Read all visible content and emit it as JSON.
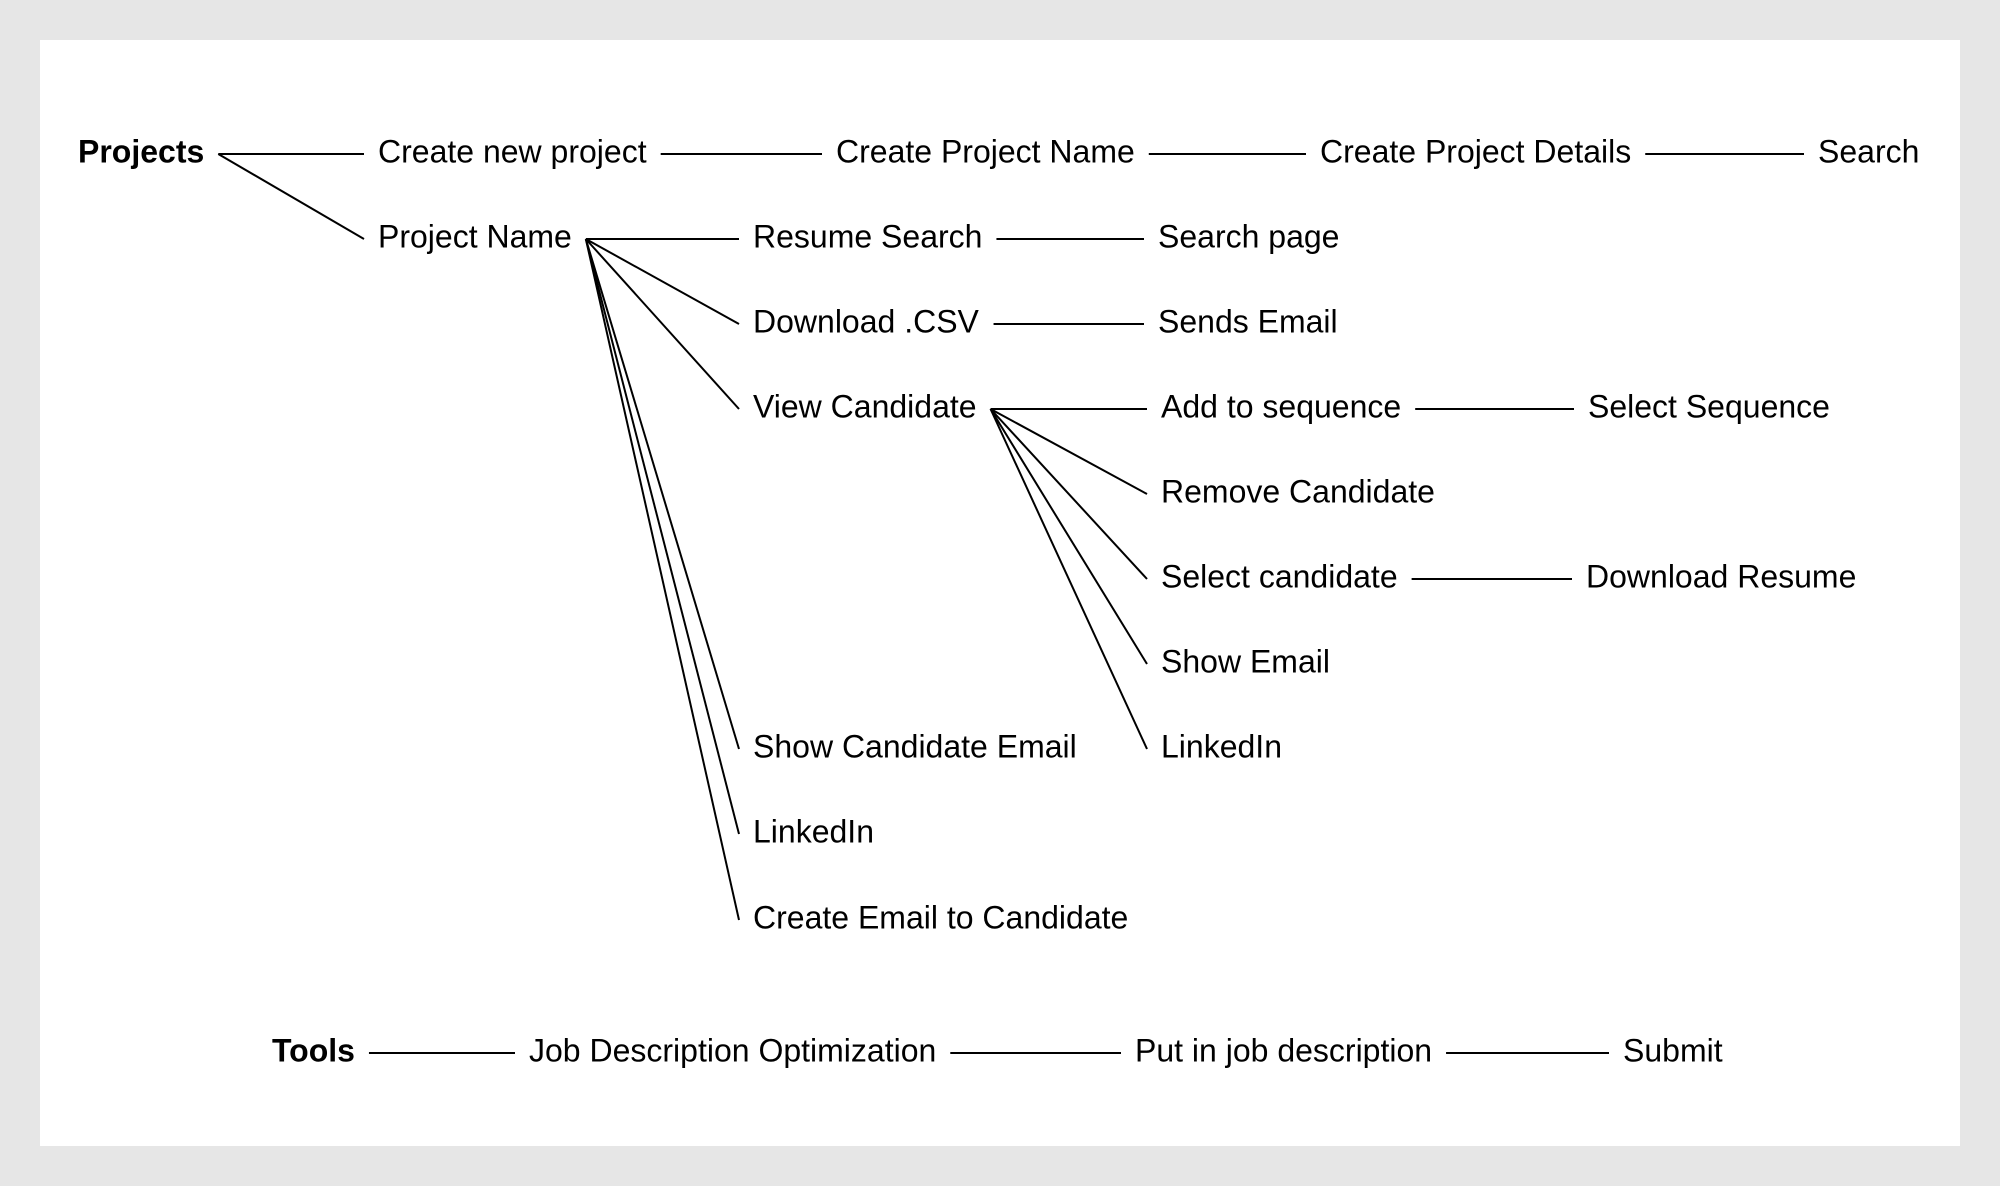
{
  "colors": {
    "background": "#e6e6e6",
    "canvas": "#ffffff",
    "ink": "#000000"
  },
  "nodes": {
    "projects": "Projects",
    "create_new_project": "Create new project",
    "create_project_name": "Create Project Name",
    "create_project_details": "Create Project Details",
    "search": "Search",
    "project_name": "Project Name",
    "resume_search": "Resume Search",
    "search_page": "Search page",
    "download_csv": "Download .CSV",
    "sends_email": "Sends Email",
    "view_candidate": "View Candidate",
    "add_to_sequence": "Add to sequence",
    "select_sequence": "Select Sequence",
    "remove_candidate": "Remove Candidate",
    "select_candidate": "Select candidate",
    "download_resume": "Download Resume",
    "show_email": "Show Email",
    "linkedin_candidate": "LinkedIn",
    "show_candidate_email": "Show Candidate Email",
    "linkedin_project": "LinkedIn",
    "create_email_to_candidate": "Create Email to Candidate",
    "tools": "Tools",
    "job_description_optimization": "Job Description Optimization",
    "put_in_job_description": "Put in job description",
    "submit": "Submit"
  },
  "edges": [
    [
      "projects",
      "create_new_project"
    ],
    [
      "create_new_project",
      "create_project_name"
    ],
    [
      "create_project_name",
      "create_project_details"
    ],
    [
      "create_project_details",
      "search"
    ],
    [
      "projects",
      "project_name"
    ],
    [
      "project_name",
      "resume_search"
    ],
    [
      "resume_search",
      "search_page"
    ],
    [
      "project_name",
      "download_csv"
    ],
    [
      "download_csv",
      "sends_email"
    ],
    [
      "project_name",
      "view_candidate"
    ],
    [
      "view_candidate",
      "add_to_sequence"
    ],
    [
      "add_to_sequence",
      "select_sequence"
    ],
    [
      "view_candidate",
      "remove_candidate"
    ],
    [
      "view_candidate",
      "select_candidate"
    ],
    [
      "select_candidate",
      "download_resume"
    ],
    [
      "view_candidate",
      "show_email"
    ],
    [
      "view_candidate",
      "linkedin_candidate"
    ],
    [
      "project_name",
      "show_candidate_email"
    ],
    [
      "project_name",
      "linkedin_project"
    ],
    [
      "project_name",
      "create_email_to_candidate"
    ],
    [
      "tools",
      "job_description_optimization"
    ],
    [
      "job_description_optimization",
      "put_in_job_description"
    ],
    [
      "put_in_job_description",
      "submit"
    ]
  ]
}
